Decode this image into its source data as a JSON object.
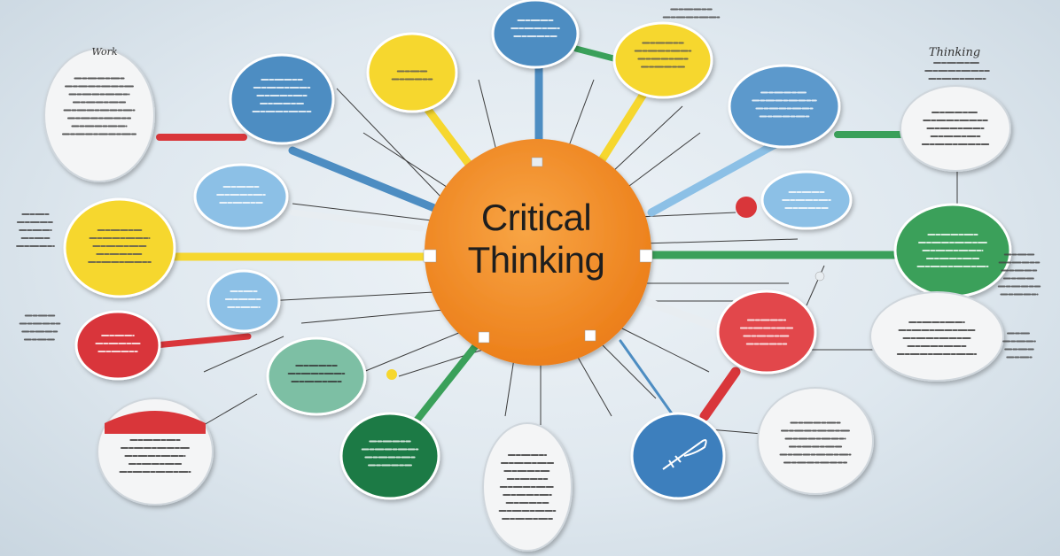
{
  "diagram": {
    "center": {
      "title_line1": "Critical",
      "title_line2": "Thinking",
      "color": "#f3922c"
    },
    "corner_label_right": "Thinking",
    "corner_label_left": "Work",
    "colors": {
      "yellow": "#f6d72e",
      "blue": "#4d8dc2",
      "light_blue": "#8cc0e6",
      "green": "#3aa05a",
      "dark_green": "#1d7a45",
      "teal": "#7dbfa4",
      "red": "#d9363a",
      "white": "#f4f5f6",
      "orange": "#f3922c"
    }
  }
}
